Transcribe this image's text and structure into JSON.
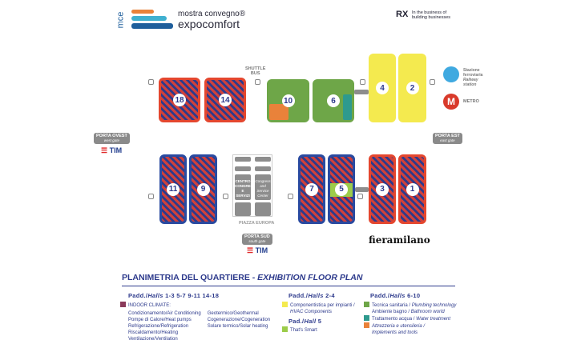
{
  "header": {
    "logo_mark": "mce",
    "brand_line1": "mostra convegno®",
    "brand_line2": "expocomfort",
    "rx_logo": "RX",
    "rx_tagline_1": "In the business of",
    "rx_tagline_2": "building businesses"
  },
  "map": {
    "halls": {
      "h18": "18",
      "h14": "14",
      "h10": "10",
      "h6": "6",
      "h4": "4",
      "h2": "2",
      "h11": "11",
      "h9": "9",
      "h7": "7",
      "h5": "5",
      "h3": "3",
      "h1": "1"
    },
    "shuttle": "SHUTTLE",
    "bus": "BUS",
    "station_1": "Stazione",
    "station_2": "ferroviaria",
    "station_3": "Railway",
    "station_4": "station",
    "metro": "METRO",
    "metro_letter": "M",
    "gate_west": "PORTA OVEST",
    "gate_west_en": "west gate",
    "gate_east": "PORTA EST",
    "gate_east_en": "east gate",
    "gate_south": "PORTA SUD",
    "gate_south_en": "south gate",
    "tim": "TIM",
    "centro_it": "CENTRO CONGRESSI E SERVIZI",
    "centro_en": "Congress and Service Center",
    "piazza": "PIAZZA EUROPA",
    "fieramilano": "fieramilano"
  },
  "legend": {
    "title": "PLANIMETRIA DEL QUARTIERE - ",
    "title_en": "EXHIBITION FLOOR PLAN",
    "col1_head_a": "Padd./",
    "col1_head_b": "Halls",
    "col1_head_c": " 1-3 5-7 9-11 14-18",
    "indoor": "INDOOR CLIMATE:",
    "col1_items": [
      "Condizionamento/Air Conditioning",
      "Pompe di Calore/Heat pumps",
      "Refrigerazione/Refrigeration",
      "Riscaldamento/Heating",
      "Ventilazione/Ventilation"
    ],
    "col1b_items": [
      "Geotermico/Geothermal",
      "Cogenerazione/Cogeneration",
      "Solare termico/Solar heating"
    ],
    "col2_head_a": "Padd./",
    "col2_head_b": "Halls",
    "col2_head_c": " 2-4",
    "col2_item_1": "Componentistica per impianti /",
    "col2_item_2": "HVAC Components",
    "col2b_head_a": "Pad./",
    "col2b_head_b": "Hall",
    "col2b_head_c": " 5",
    "col2b_item": "That's Smart",
    "col3_head_a": "Padd./",
    "col3_head_b": "Halls",
    "col3_head_c": " 6-10",
    "col3_i1a": "Tecnica sanitaria / ",
    "col3_i1b": "Plumbing technology",
    "col3_i2a": "Ambiente bagno / ",
    "col3_i2b": "Bathroom world",
    "col3_i3a": "Trattamento acqua / ",
    "col3_i3b": "Water treatment",
    "col3_i4a": "Attrezzeria e utensileria /",
    "col3_i4b": "Implements and tools"
  },
  "colors": {
    "indoor": "#8a3a5a",
    "yellow": "#f4ea4f",
    "green": "#6ea648",
    "teal": "#2e9a8e",
    "orange": "#e9823a",
    "lightgreen": "#9ccc4a"
  }
}
